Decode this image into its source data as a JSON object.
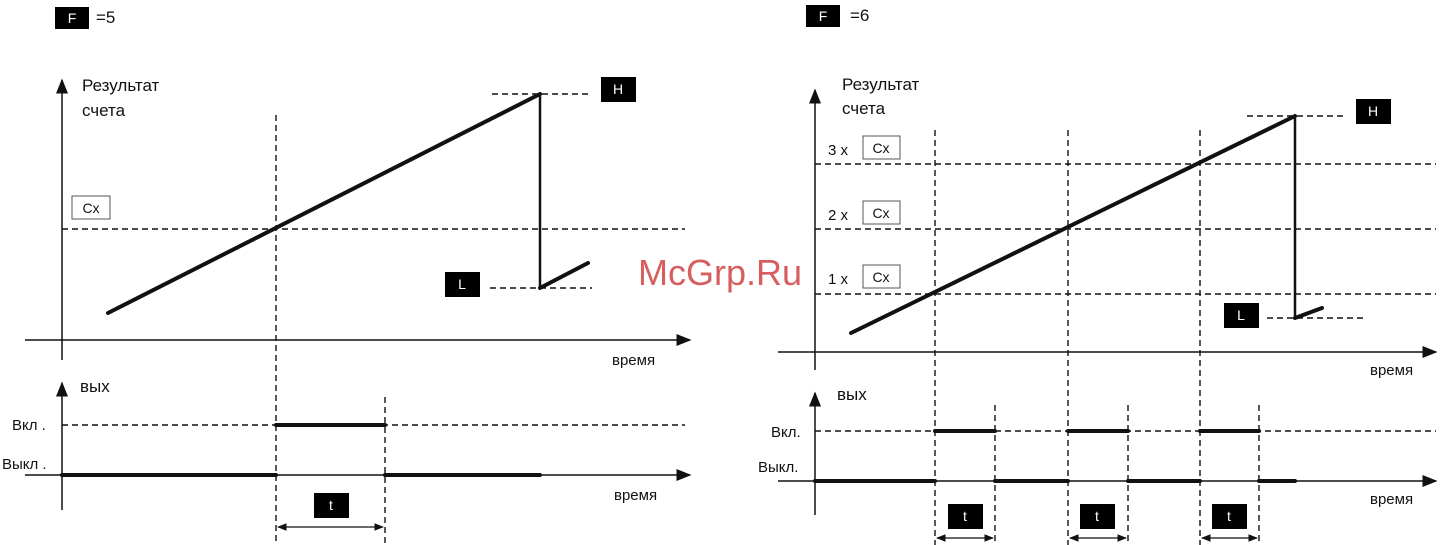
{
  "left": {
    "mode_box": "F",
    "mode_value": "=5",
    "ylabel_line1": "Результат",
    "ylabel_line2": "счета",
    "cx": "Cx",
    "h": "H",
    "l": "L",
    "time1": "время",
    "out_label": "вых",
    "on": "Вкл .",
    "off": "Выкл .",
    "time2": "время",
    "t": "t"
  },
  "right": {
    "mode_box": "F",
    "mode_value": "=6",
    "ylabel_line1": "Результат",
    "ylabel_line2": "счета",
    "m3": "3 x",
    "m2": "2 x",
    "m1": "1 x",
    "cx": "Cx",
    "h": "H",
    "l": "L",
    "time1": "время",
    "out_label": "вых",
    "on": "Вкл.",
    "off": "Выкл.",
    "time2": "время",
    "t": "t"
  },
  "watermark": "McGrp.Ru"
}
